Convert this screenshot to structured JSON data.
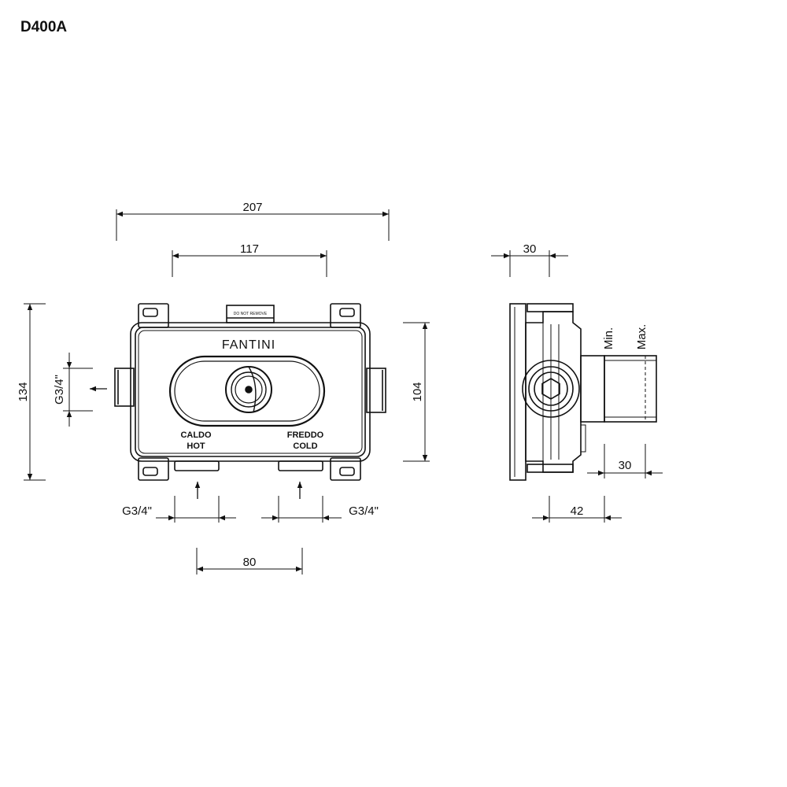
{
  "title": "D400A",
  "front_view": {
    "brand": "FANTINI",
    "hot_label_it": "CALDO",
    "hot_label_en": "HOT",
    "cold_label_it": "FREDDO",
    "cold_label_en": "COLD"
  },
  "dimensions": {
    "overall_width": "207",
    "inner_width": "117",
    "overall_height": "134",
    "inner_height": "104",
    "side_thread": "G3/4\"",
    "hot_thread": "G3/4\"",
    "cold_thread": "G3/4\"",
    "inlet_spacing": "80",
    "side_top_depth": "30",
    "side_bottom_depth": "30",
    "side_total_depth": "42"
  },
  "side_view": {
    "min_label": "Min.",
    "max_label": "Max."
  }
}
